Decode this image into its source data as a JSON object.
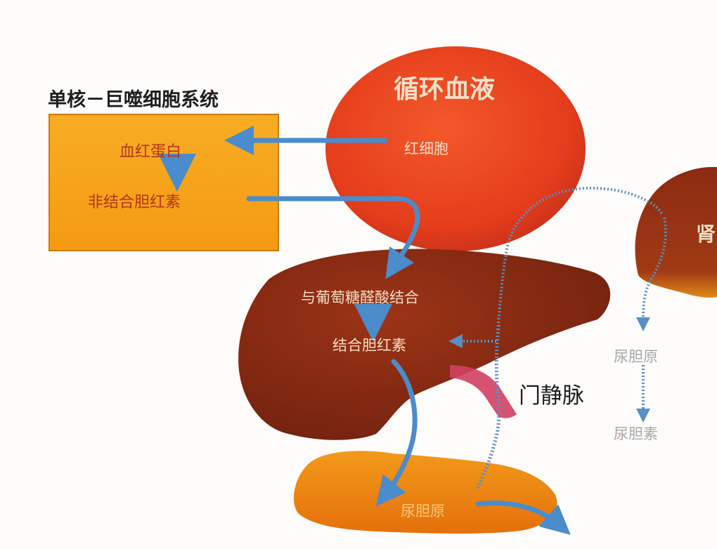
{
  "labels": {
    "mps_system": "单核－巨噬细胞系统",
    "hemoglobin": "血红蛋白",
    "unconjugated_bilirubin": "非结合胆红素",
    "circulating_blood": "循环血液",
    "red_blood_cell": "红细胞",
    "glucuronic_conjugation": "与葡萄糖醛酸结合",
    "conjugated_bilirubin": "结合胆红素",
    "portal_vein": "门静脉",
    "kidney": "肾",
    "urobilinogen_urine": "尿胆原",
    "urobilin": "尿胆素",
    "urobilinogen_intestine": "尿胆原"
  },
  "colors": {
    "box_fill": "#f7a41c",
    "box_border": "#c97a10",
    "blood_fill": "#e8401f",
    "liver_fill": "#8a2a12",
    "intestine_fill": "#f08a10",
    "kidney_fill": "#8a2a12",
    "vessel_fill": "#d04060",
    "arrow_blue": "#4a8ccc",
    "dotted_blue": "#5a8fc4"
  }
}
